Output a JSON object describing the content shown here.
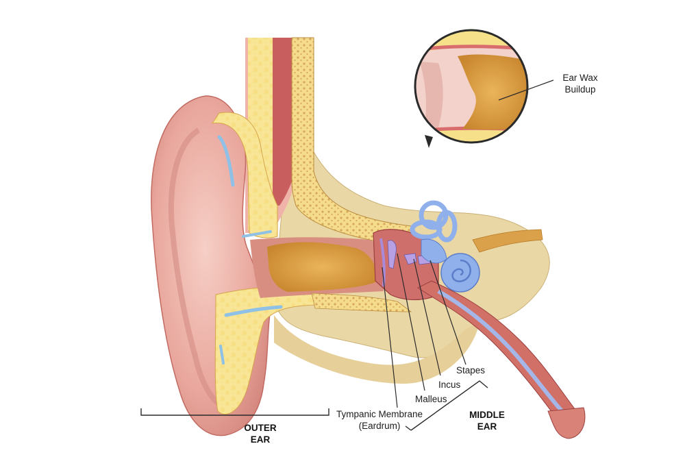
{
  "labels": {
    "ear_wax_line1": "Ear Wax",
    "ear_wax_line2": "Buildup",
    "stapes": "Stapes",
    "incus": "Incus",
    "malleus": "Malleus",
    "tympanic_line1": "Tympanic Membrane",
    "tympanic_line2": "(Eardrum)",
    "outer_ear_line1": "OUTER",
    "outer_ear_line2": "EAR",
    "middle_ear_line1": "MIDDLE",
    "middle_ear_line2": "EAR"
  },
  "colors": {
    "skin": "#e9a79d",
    "skin_dark": "#c9706a",
    "cartilage": "#f8e48e",
    "bone": "#e9d089",
    "wax": "#d89b3e",
    "skull": "#ead7a6",
    "canal_lining": "#d66d6d",
    "eustachian": "#a5b7e8",
    "labyrinth": "#8fb0ea"
  }
}
